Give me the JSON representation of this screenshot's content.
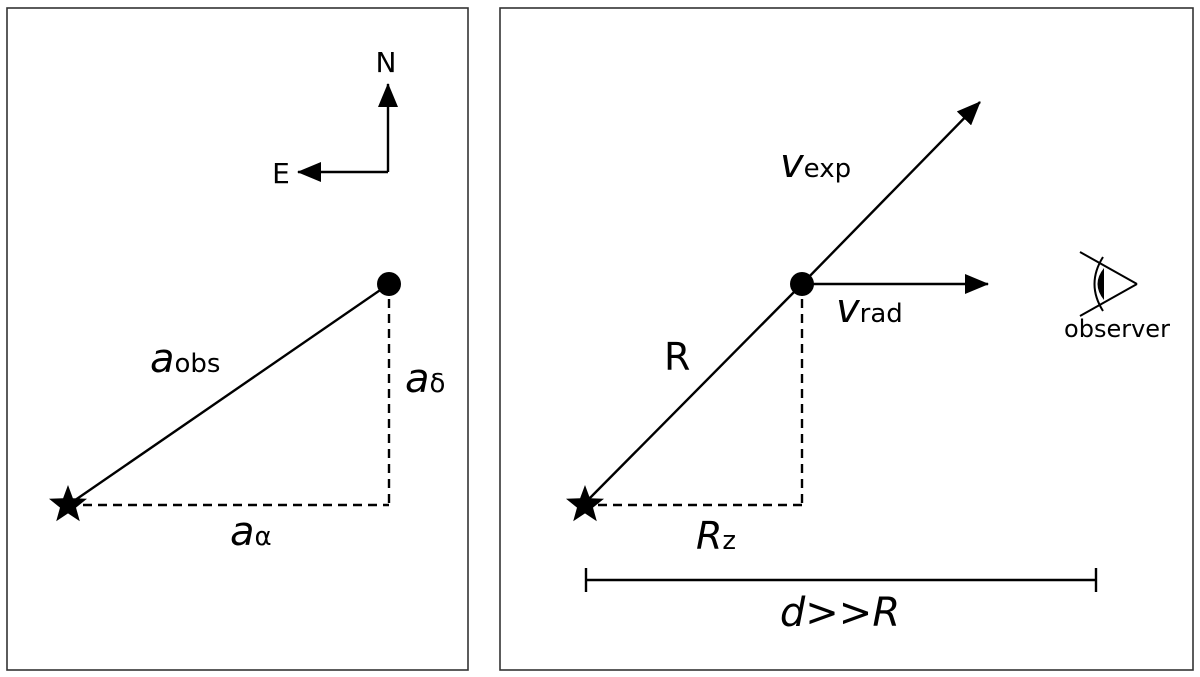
{
  "left_panel": {
    "compass": {
      "north": "N",
      "east": "E"
    },
    "labels": {
      "a_obs_main": "a",
      "a_obs_sub": "obs",
      "a_delta_main": "a",
      "a_delta_sub": "δ",
      "a_alpha_main": "a",
      "a_alpha_sub": "α"
    }
  },
  "right_panel": {
    "labels": {
      "v_exp_main": "v",
      "v_exp_sub": "exp",
      "v_rad_main": "v",
      "v_rad_sub": "rad",
      "R": "R",
      "R_z_main": "R",
      "R_z_sub": "z",
      "distance": "d>>R",
      "observer": "observer"
    }
  },
  "colors": {
    "ink": "#000000",
    "frame": "#333333",
    "background": "#ffffff"
  }
}
